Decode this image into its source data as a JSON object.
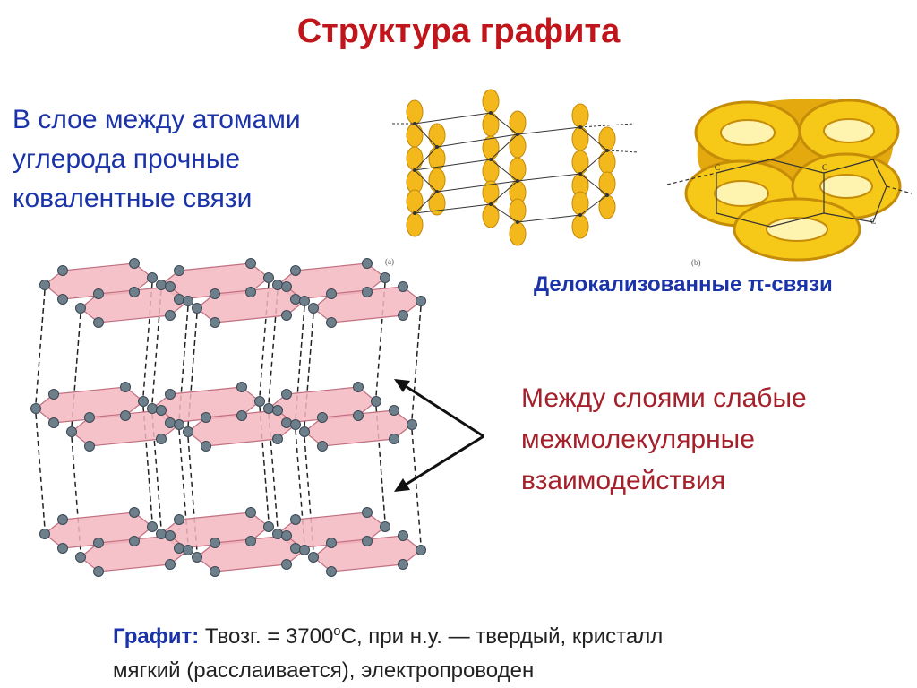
{
  "title": "Структура графита",
  "intralayer": {
    "line1": "В слое между атомами",
    "line2": "углерода прочные",
    "line3": "ковалентные связи"
  },
  "figure_labels": {
    "a_small": "(a)",
    "b_small": "(b)",
    "c_atom": "C"
  },
  "delocalized": "Делокализованные π-связи",
  "interlayer": {
    "line1": "Между слоями слабые",
    "line2": "межмолекулярные",
    "line3": "взаимодействия"
  },
  "properties": {
    "label": "Графит",
    "colon": ": ",
    "text1_pre": "Твозг. = 3700",
    "degree": "о",
    "text1_post": "С, при н.у. — твердый, кристалл",
    "text2": "мягкий (расслаивается), электропроводен"
  },
  "colors": {
    "title": "#c0151b",
    "blue_text": "#1a33a8",
    "dark_red_text": "#a5202a",
    "layer_fill": "#f4b7c0",
    "atom": "#6e7f8c",
    "orbital": "#f2b81c",
    "torus": "#f5c518"
  }
}
